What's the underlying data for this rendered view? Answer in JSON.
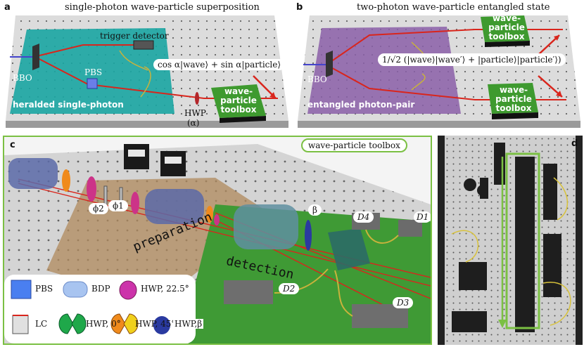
{
  "panels": {
    "a": {
      "letter": "a",
      "title": "single-photon wave-particle superposition",
      "labels": {
        "trigger": "trigger detector",
        "pbs": "PBS",
        "bbo": "BBO",
        "heralded": "heralded single-photon",
        "hwp": "HWP",
        "hwp_angle": "(α)",
        "formula": "cos α|wave⟩ + sin α|particle⟩",
        "toolbox_line1": "wave-",
        "toolbox_line2": "particle",
        "toolbox_line3": "toolbox"
      }
    },
    "b": {
      "letter": "b",
      "title": "two-photon wave-particle entangled state",
      "labels": {
        "bbo": "BBO",
        "entangled": "entangled photon-pair",
        "formula_prefix": "1/√2",
        "formula": "(|wave⟩|wave′⟩ + |particle⟩|particle′⟩)",
        "toolbox_top_line1": "wave-",
        "toolbox_top_line2": "particle",
        "toolbox_top_line3": "toolbox",
        "toolbox_bottom_line1": "wave-",
        "toolbox_bottom_line2": "particle",
        "toolbox_bottom_line3": "toolbox"
      }
    },
    "c": {
      "letter": "c",
      "title": "wave-particle toolbox",
      "labels": {
        "phi2": "ϕ2",
        "phi1": "ϕ1",
        "beta": "β",
        "preparation": "preparation",
        "detection": "detection",
        "d1": "D1",
        "d2": "D2",
        "d3": "D3",
        "d4": "D4"
      },
      "legend": [
        {
          "name": "PBS",
          "label": "PBS"
        },
        {
          "name": "BDP",
          "label": "BDP"
        },
        {
          "name": "HWP 22.5",
          "label": "HWP, 22.5°"
        },
        {
          "name": "LC",
          "label": "LC"
        },
        {
          "name": "HWP 0",
          "label": "HWP, 0°"
        },
        {
          "name": "HWP 45",
          "label": "HWP, 45°"
        },
        {
          "name": "HWP beta",
          "label": "HWP,β"
        }
      ]
    },
    "d": {
      "letter": "d"
    }
  },
  "colors": {
    "teal_area": "#19a3a3",
    "purple_area": "#8b5fa8",
    "green_area": "#3f9a35",
    "brown_area": "#b08a5c",
    "beam_red": "#d9251c",
    "toolbox_green": "#3e9a2f",
    "frame_green": "#7bc043",
    "table_grey": "#d9d9d9"
  }
}
